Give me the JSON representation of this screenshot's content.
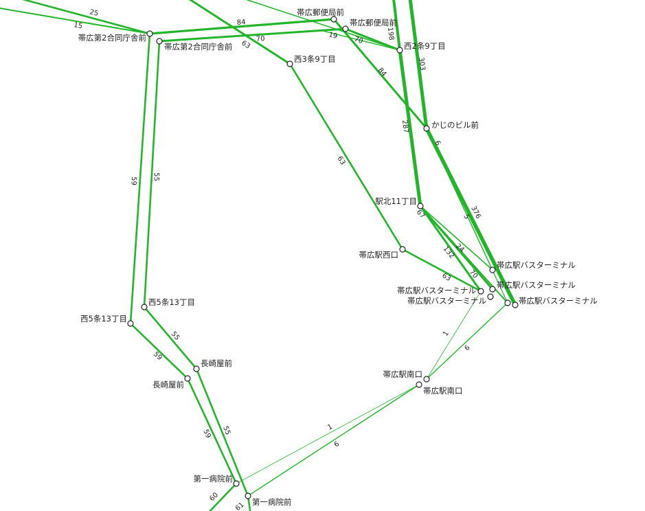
{
  "map": {
    "route_color": "#22b52a",
    "stop_fill": "#ffffff",
    "stop_stroke": "#222222"
  },
  "stops": [
    {
      "id": "s1",
      "name": "帯広郵便局前"
    },
    {
      "id": "s2",
      "name": "帯広郵便局前"
    },
    {
      "id": "s3",
      "name": "帯広第2合同庁舎前"
    },
    {
      "id": "s4",
      "name": "帯広第2合同庁舎前"
    },
    {
      "id": "s5",
      "name": "西2条9丁目"
    },
    {
      "id": "s6",
      "name": "西3条9丁目"
    },
    {
      "id": "s7",
      "name": "かじのビル前"
    },
    {
      "id": "s8",
      "name": "駅北11丁目"
    },
    {
      "id": "s9",
      "name": "帯広駅西口"
    },
    {
      "id": "s10",
      "name": "帯広駅バスターミナル"
    },
    {
      "id": "s11",
      "name": "帯広駅バスターミナル"
    },
    {
      "id": "s12",
      "name": "帯広駅バスターミナル"
    },
    {
      "id": "s13",
      "name": "帯広駅バスターミナル"
    },
    {
      "id": "s14",
      "name": "帯広駅バスターミナル"
    },
    {
      "id": "s15",
      "name": "西5条13丁目"
    },
    {
      "id": "s16",
      "name": "西5条13丁目"
    },
    {
      "id": "s17",
      "name": "長崎屋前"
    },
    {
      "id": "s18",
      "name": "長崎屋前"
    },
    {
      "id": "s19",
      "name": "帯広駅南口"
    },
    {
      "id": "s20",
      "name": "帯広駅南口"
    },
    {
      "id": "s21",
      "name": "第一病院前"
    },
    {
      "id": "s22",
      "name": "第一病院前"
    }
  ],
  "flows": [
    {
      "id": "f25",
      "value": "25"
    },
    {
      "id": "f15",
      "value": "15"
    },
    {
      "id": "f84a",
      "value": "84"
    },
    {
      "id": "f63a",
      "value": "63"
    },
    {
      "id": "f70a",
      "value": "70"
    },
    {
      "id": "f19",
      "value": "19"
    },
    {
      "id": "f70b",
      "value": "70"
    },
    {
      "id": "f198",
      "value": "198"
    },
    {
      "id": "f303",
      "value": "303"
    },
    {
      "id": "f84b",
      "value": "84"
    },
    {
      "id": "f287",
      "value": "287"
    },
    {
      "id": "f6a",
      "value": "6"
    },
    {
      "id": "f376",
      "value": "376"
    },
    {
      "id": "f5",
      "value": "5"
    },
    {
      "id": "f67",
      "value": "67"
    },
    {
      "id": "f24",
      "value": "24"
    },
    {
      "id": "f132",
      "value": "132"
    },
    {
      "id": "f70c",
      "value": "70"
    },
    {
      "id": "f63b",
      "value": "63"
    },
    {
      "id": "f63c",
      "value": "63"
    },
    {
      "id": "f59a",
      "value": "59"
    },
    {
      "id": "f55a",
      "value": "55"
    },
    {
      "id": "f55b",
      "value": "55"
    },
    {
      "id": "f59b",
      "value": "59"
    },
    {
      "id": "f59c",
      "value": "59"
    },
    {
      "id": "f55c",
      "value": "55"
    },
    {
      "id": "f1a",
      "value": "1"
    },
    {
      "id": "f6b",
      "value": "6"
    },
    {
      "id": "f1b",
      "value": "1"
    },
    {
      "id": "f6c",
      "value": "6"
    },
    {
      "id": "f60",
      "value": "60"
    },
    {
      "id": "f61",
      "value": "61"
    }
  ]
}
